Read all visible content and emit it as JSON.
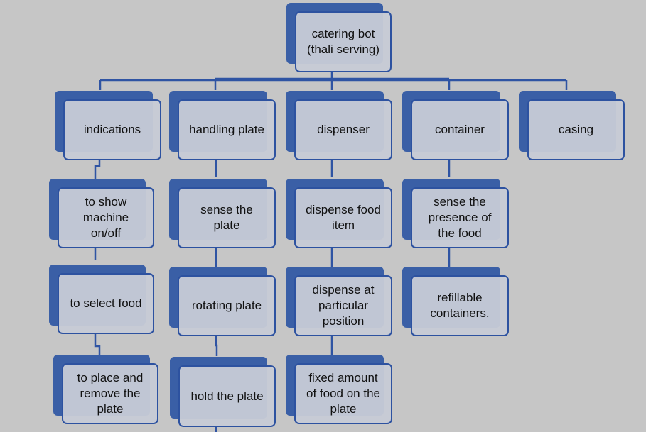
{
  "diagram": {
    "root": "catering bot\n(thali serving)",
    "branches": [
      {
        "title": "indications",
        "children": [
          "to show\nmachine\non/off",
          "to select food",
          "to place and\nremove the\nplate"
        ]
      },
      {
        "title": "handling plate",
        "children": [
          "sense the\nplate",
          "rotating plate",
          "hold the plate"
        ]
      },
      {
        "title": "dispenser",
        "children": [
          "dispense food\nitem",
          "dispense at\nparticular\nposition",
          "fixed amount\nof food on the\nplate"
        ]
      },
      {
        "title": "container",
        "children": [
          "sense the\npresence of\nthe food",
          "refillable\ncontainers."
        ]
      },
      {
        "title": "casing",
        "children": []
      }
    ]
  },
  "colors": {
    "background": "#c6c6c6",
    "node_fill": "#3a5fa6",
    "node_border": "#2d52a0",
    "connector": "#2f54a3"
  }
}
